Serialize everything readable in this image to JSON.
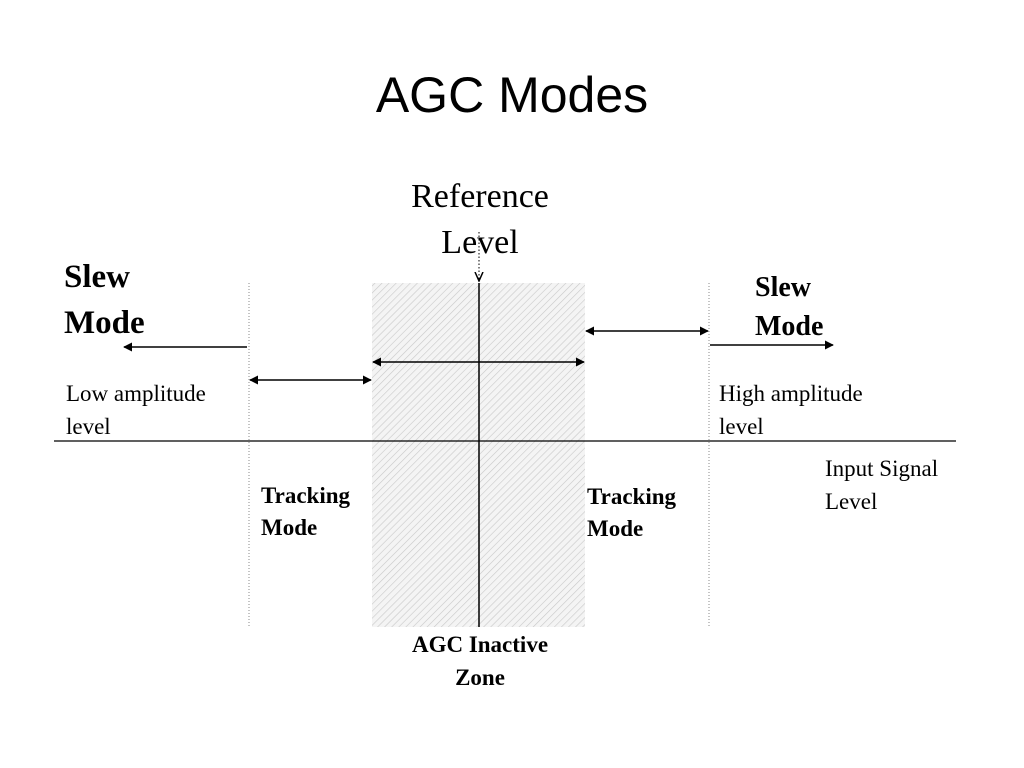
{
  "slide": {
    "title": "AGC Modes",
    "reference_level": [
      "Reference",
      "Level"
    ],
    "slew_mode_left": [
      "Slew",
      "Mode"
    ],
    "slew_mode_right": [
      "Slew",
      "Mode"
    ],
    "low_amplitude": [
      "Low amplitude",
      "level"
    ],
    "high_amplitude": [
      "High amplitude",
      "level"
    ],
    "input_signal": [
      "Input Signal",
      "Level"
    ],
    "tracking_mode_left": [
      "Tracking",
      "Mode"
    ],
    "tracking_mode_right": [
      "Tracking",
      "Mode"
    ],
    "inactive_zone": [
      "AGC Inactive",
      "Zone"
    ]
  }
}
